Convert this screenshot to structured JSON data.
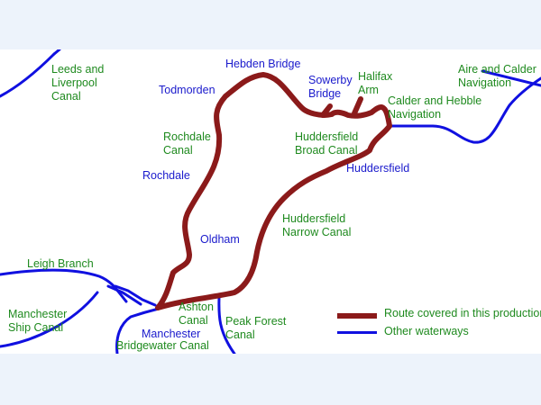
{
  "colors": {
    "route": "#8b1a1a",
    "waterway": "#1010e0",
    "canal_label": "#1f8a1f",
    "place_label": "#1a1acc"
  },
  "labels": {
    "leeds_liverpool": "Leeds and\nLiverpool\nCanal",
    "hebden_bridge": "Hebden Bridge",
    "todmorden": "Todmorden",
    "sowerby_bridge": "Sowerby\nBridge",
    "halifax_arm": "Halifax\nArm",
    "aire_calder": "Aire and Calder\nNavigation",
    "calder_hebble": "Calder and Hebble\nNavigation",
    "rochdale_canal": "Rochdale\nCanal",
    "huddersfield_broad": "Huddersfield\nBroad Canal",
    "huddersfield": "Huddersfield",
    "rochdale": "Rochdale",
    "huddersfield_narrow": "Huddersfield\nNarrow Canal",
    "oldham": "Oldham",
    "leigh_branch": "Leigh Branch",
    "manchester_ship": "Manchester\nShip Canal",
    "ashton_canal": "Ashton\nCanal",
    "manchester": "Manchester",
    "bridgewater": "Bridgewater Canal",
    "peak_forest": "Peak Forest\nCanal"
  },
  "legend": {
    "route": "Route covered in this production",
    "other": "Other waterways"
  }
}
